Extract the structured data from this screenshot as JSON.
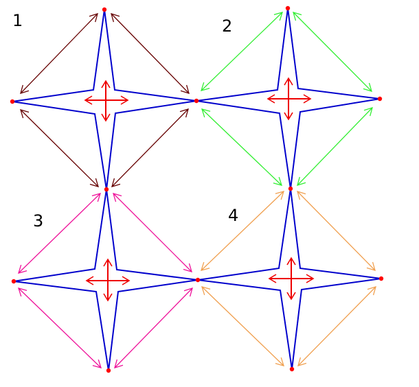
{
  "colors": {
    "background": "#ffffff",
    "star": "#0000cc",
    "vertex": "#ff0000",
    "center_arrows": "#ee0000",
    "tile_1": "#660000",
    "tile_2": "#33ee33",
    "tile_3": "#ee1199",
    "tile_4": "#f0a050"
  },
  "tiles": [
    {
      "label": "1",
      "color_key": "tile_1"
    },
    {
      "label": "2",
      "color_key": "tile_2"
    },
    {
      "label": "3",
      "color_key": "tile_3"
    },
    {
      "label": "4",
      "color_key": "tile_4"
    }
  ]
}
